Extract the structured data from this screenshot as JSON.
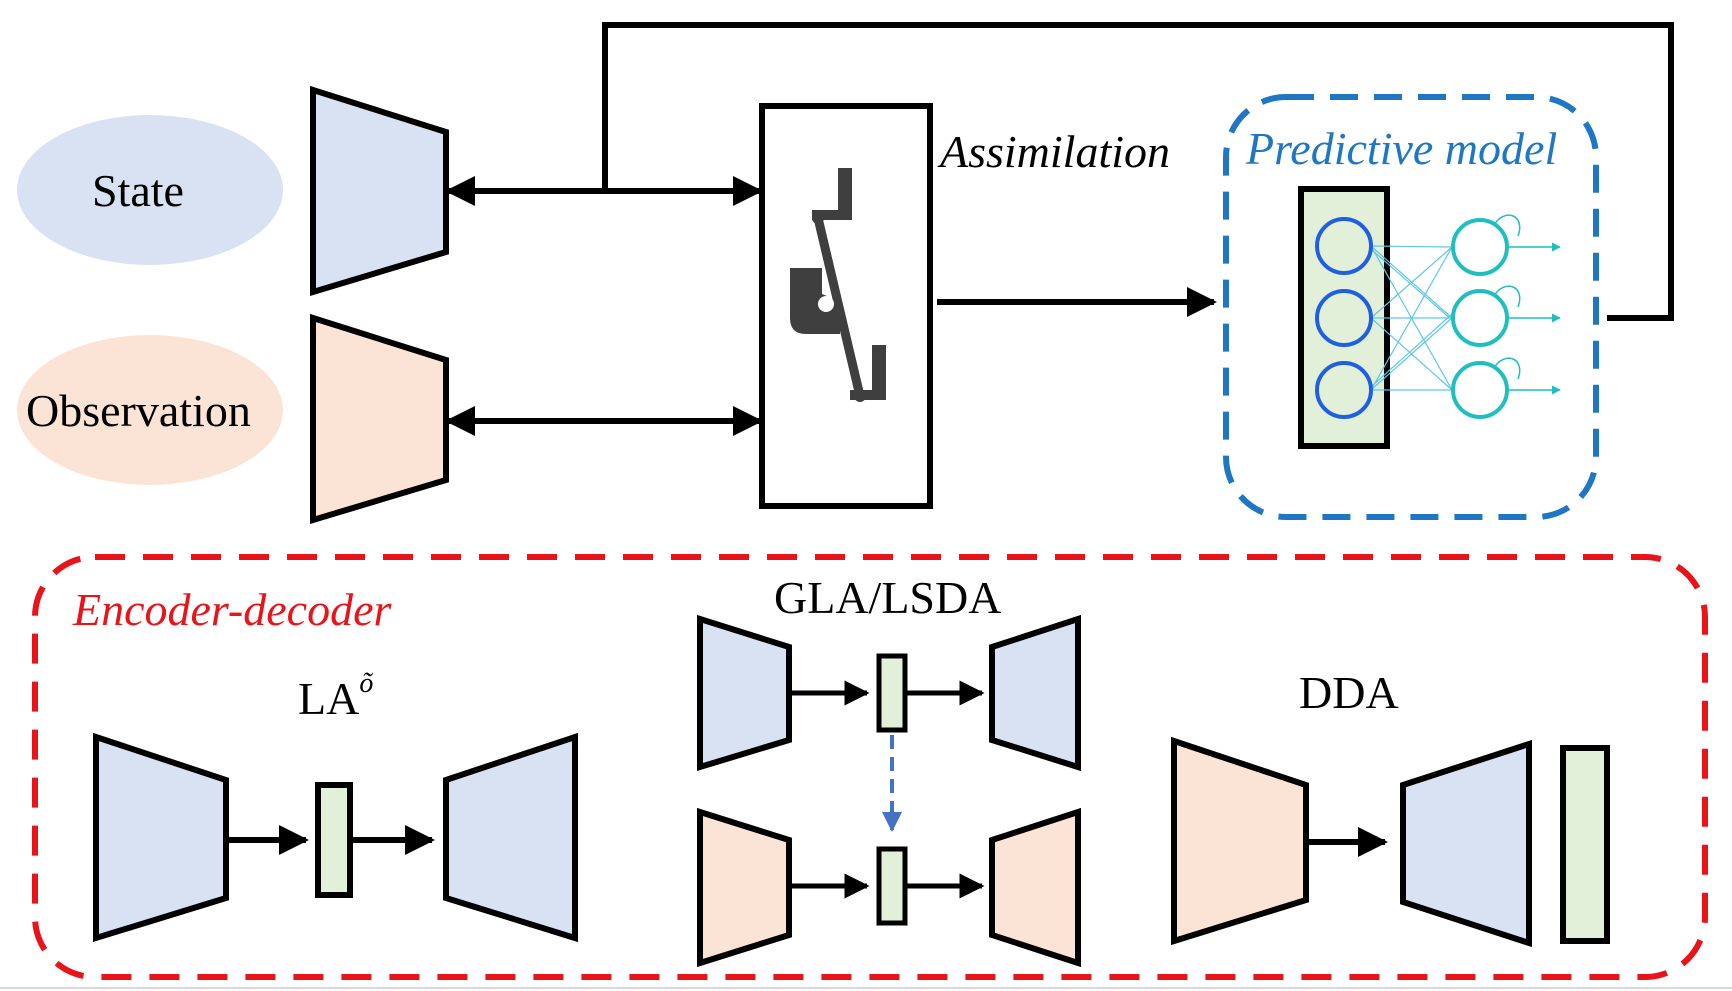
{
  "labels": {
    "state": "State",
    "observation": "Observation",
    "assimilation": "Assimilation",
    "predictive_model": "Predictive model",
    "encoder_decoder": "Encoder-decoder",
    "la_base": "LA",
    "la_superscript": "õ",
    "gla_lsda": "GLA/LSDA",
    "dda": "DDA"
  },
  "colors": {
    "state_fill": "#d9e2f2",
    "observation_fill": "#fbe4d6",
    "latent_fill": "#e2efd9",
    "stroke": "#000000",
    "predictive_blue": "#1f77c4",
    "encoder_red": "#e8141a",
    "input_node_blue": "#1f5fe0",
    "output_node_teal": "#1fbfbf",
    "dashed_arrow_blue": "#4472c4",
    "scale_gray": "#3f3f3f"
  },
  "icons": {
    "assimilation_box": "balance-scale-icon",
    "predictive_model": "neural-network-icon"
  }
}
